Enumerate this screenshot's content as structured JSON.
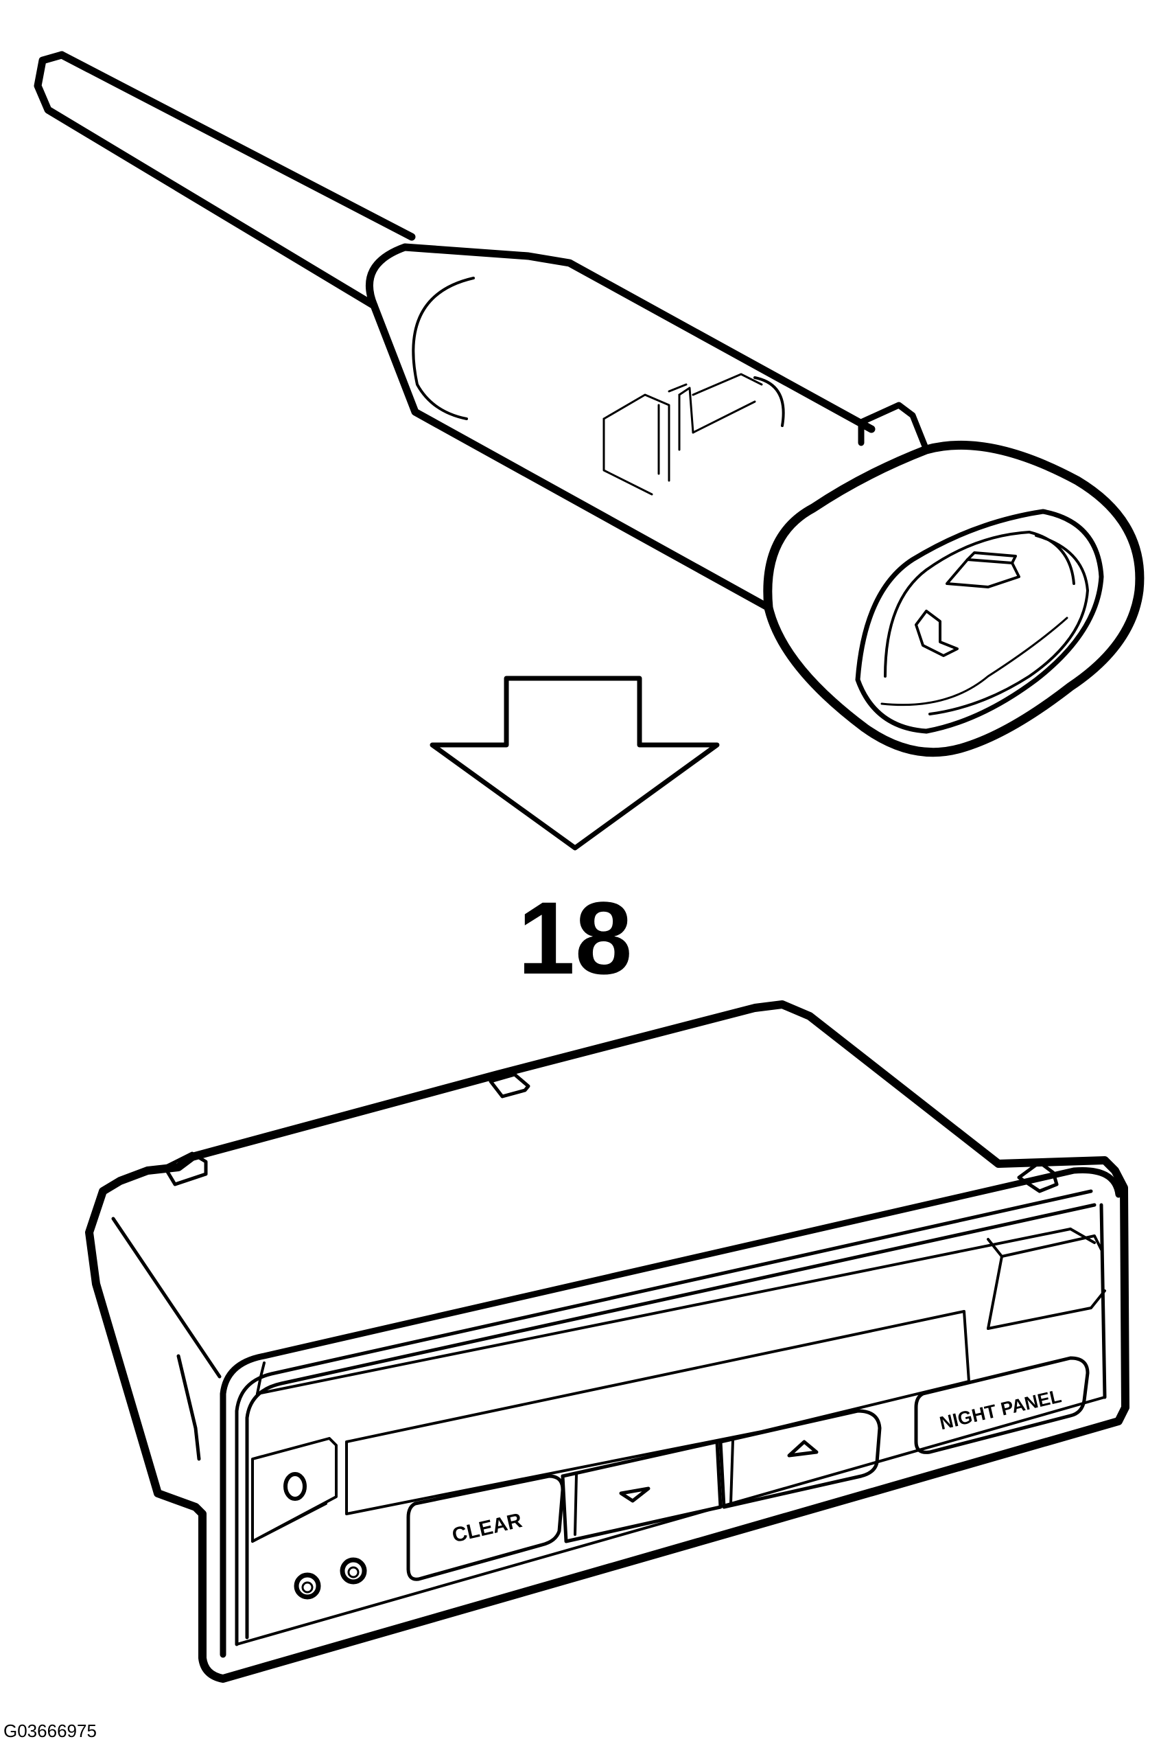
{
  "step_number": "18",
  "figure_id": "G03666975",
  "buttons": {
    "clear": "CLEAR",
    "night_panel": "NIGHT PANEL"
  },
  "colors": {
    "line": "#000000",
    "background": "#ffffff"
  }
}
